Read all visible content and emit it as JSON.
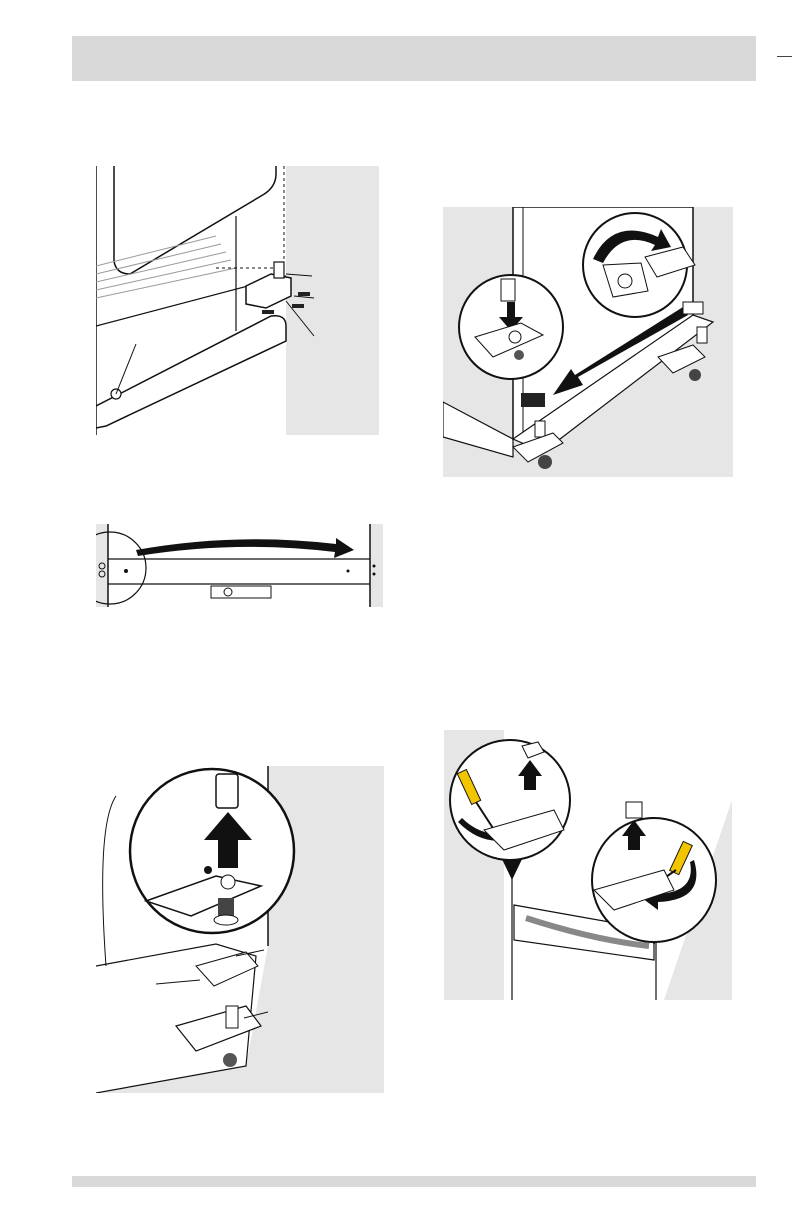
{
  "page": {
    "header_text": "",
    "footer_text": ""
  },
  "figures": [
    {
      "id": "fig1",
      "depicts": "lower-hinge-bracket-with-screws-and-hole-plug"
    },
    {
      "id": "fig2",
      "depicts": "moving-hinge-to-opposite-side-with-inset-rotations"
    },
    {
      "id": "fig3",
      "depicts": "top-cover-hole-plugs-moved-left-to-right"
    },
    {
      "id": "fig4",
      "depicts": "hinge-pin-removed-upward-from-bracket"
    },
    {
      "id": "fig5",
      "depicts": "screwdriver-loosening-hinge-pins-both-sides"
    }
  ],
  "colors": {
    "panel": "#e6e6e6",
    "bar": "#d9d9d9",
    "line": "#1a1a1a",
    "accent_handle": "#f2c500"
  }
}
